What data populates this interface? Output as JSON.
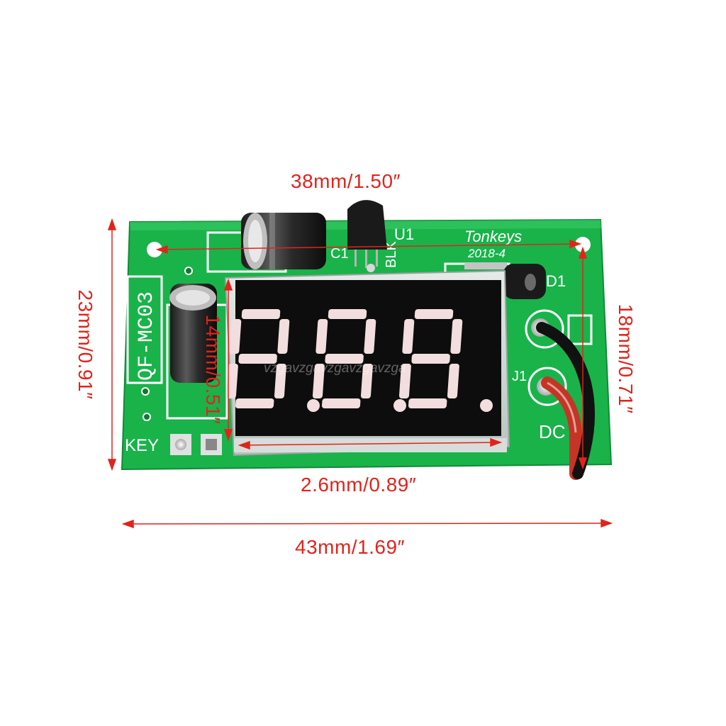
{
  "board": {
    "model_label": "QF-MC03",
    "brand": "Tonkeys",
    "date": "2018-4",
    "key_label": "KEY",
    "d1_label": "D1",
    "j1_label": "J1",
    "dc_label": "DC",
    "u1_label": "U1",
    "c1_label": "C1",
    "blk_label": "BLK",
    "display_digits": "8.8.8.",
    "watermark": "vzgavzgavzgavzgavzga",
    "colors": {
      "pcb": "#19b34a",
      "display_segment": "#f2dede",
      "dimension": "#e0241c"
    }
  },
  "dimensions": {
    "top": "38mm/1.50″",
    "bottom_inner": "2.6mm/0.89″",
    "bottom_outer": "43mm/1.69″",
    "left": "23mm/0.91″",
    "right": "18mm/0.71″",
    "display_height": "14mm/0.51″"
  }
}
